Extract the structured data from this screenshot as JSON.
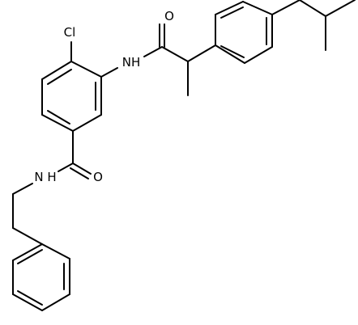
{
  "structure": {
    "atom_labels": {
      "chlorine": "Cl",
      "amide_nh_top": "NH",
      "carbonyl_o_top": "O",
      "carbonyl_o_bottom": "O",
      "amide_nh_bottom": "N H"
    },
    "colors": {
      "bond": "#000000",
      "text": "#000000",
      "background": "#ffffff"
    }
  }
}
